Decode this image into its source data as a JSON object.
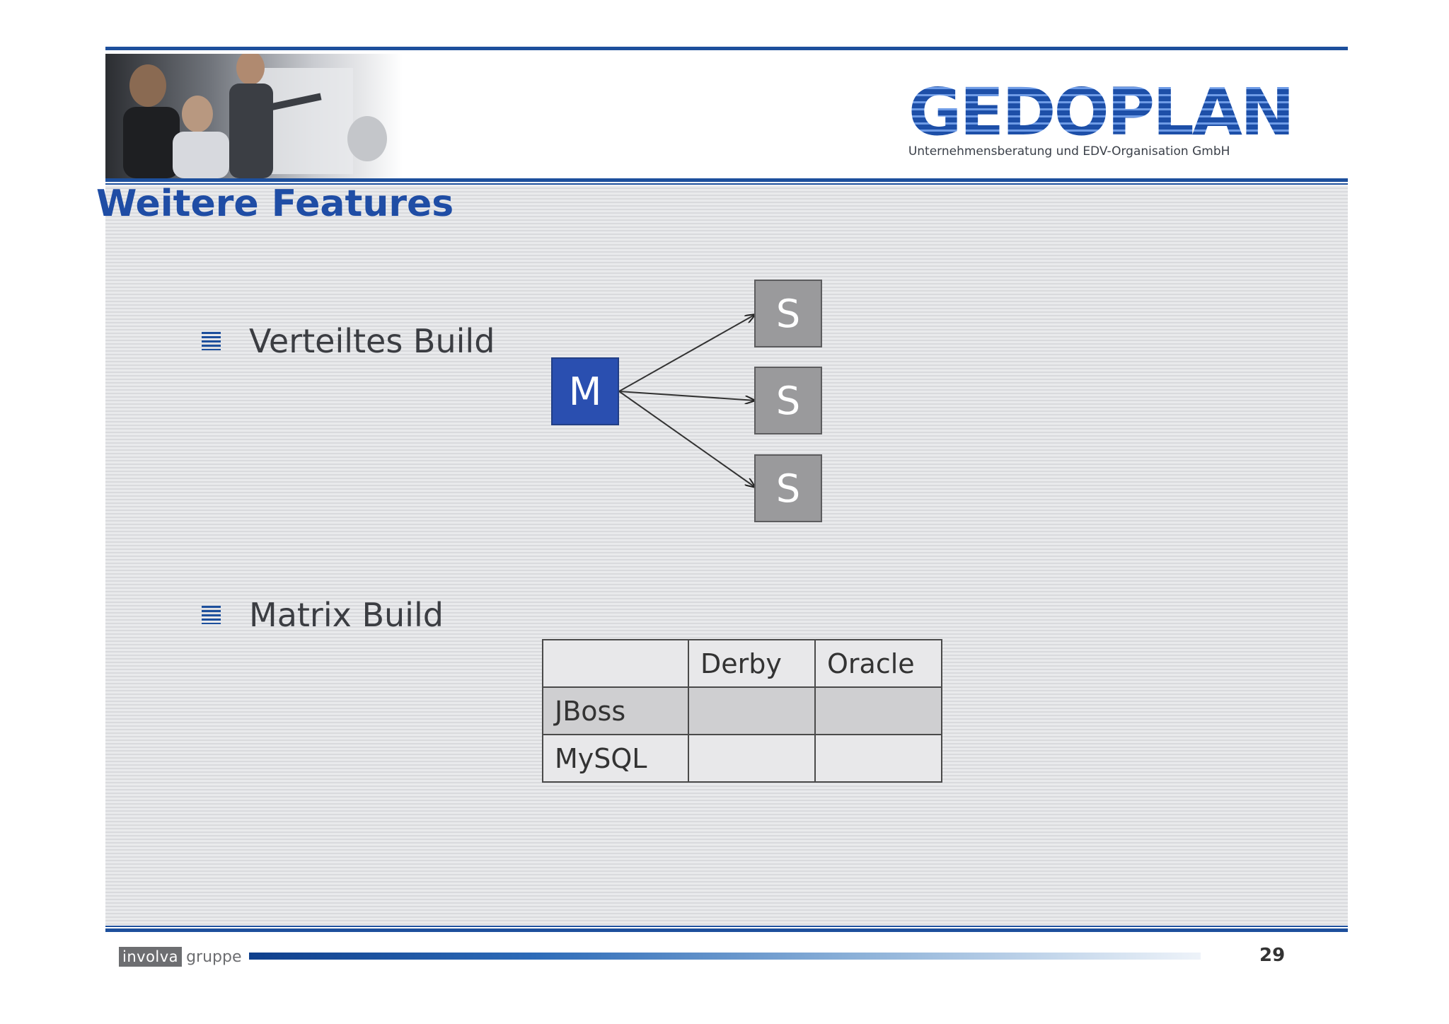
{
  "header": {
    "logo_word": "GEDOPLAN",
    "logo_subtitle": "Unternehmensberatung und EDV-Organisation GmbH"
  },
  "slide": {
    "title": "Weitere Features",
    "bullets": [
      {
        "label": "Verteiltes Build"
      },
      {
        "label": "Matrix Build"
      }
    ],
    "diagram": {
      "master_label": "M",
      "slaves": [
        "S",
        "S",
        "S"
      ]
    },
    "matrix_table": {
      "columns": [
        "",
        "Derby",
        "Oracle"
      ],
      "rows": [
        {
          "label": "JBoss",
          "cells": [
            "",
            ""
          ]
        },
        {
          "label": "MySQL",
          "cells": [
            "",
            ""
          ]
        }
      ]
    }
  },
  "footer": {
    "brand_box": "involva",
    "brand_word": "gruppe",
    "page_number": "29"
  },
  "colors": {
    "accent_blue": "#1d4f9c",
    "title_blue": "#1f4da5",
    "master_box": "#2a4fb0",
    "slave_box": "#9a9a9c"
  }
}
